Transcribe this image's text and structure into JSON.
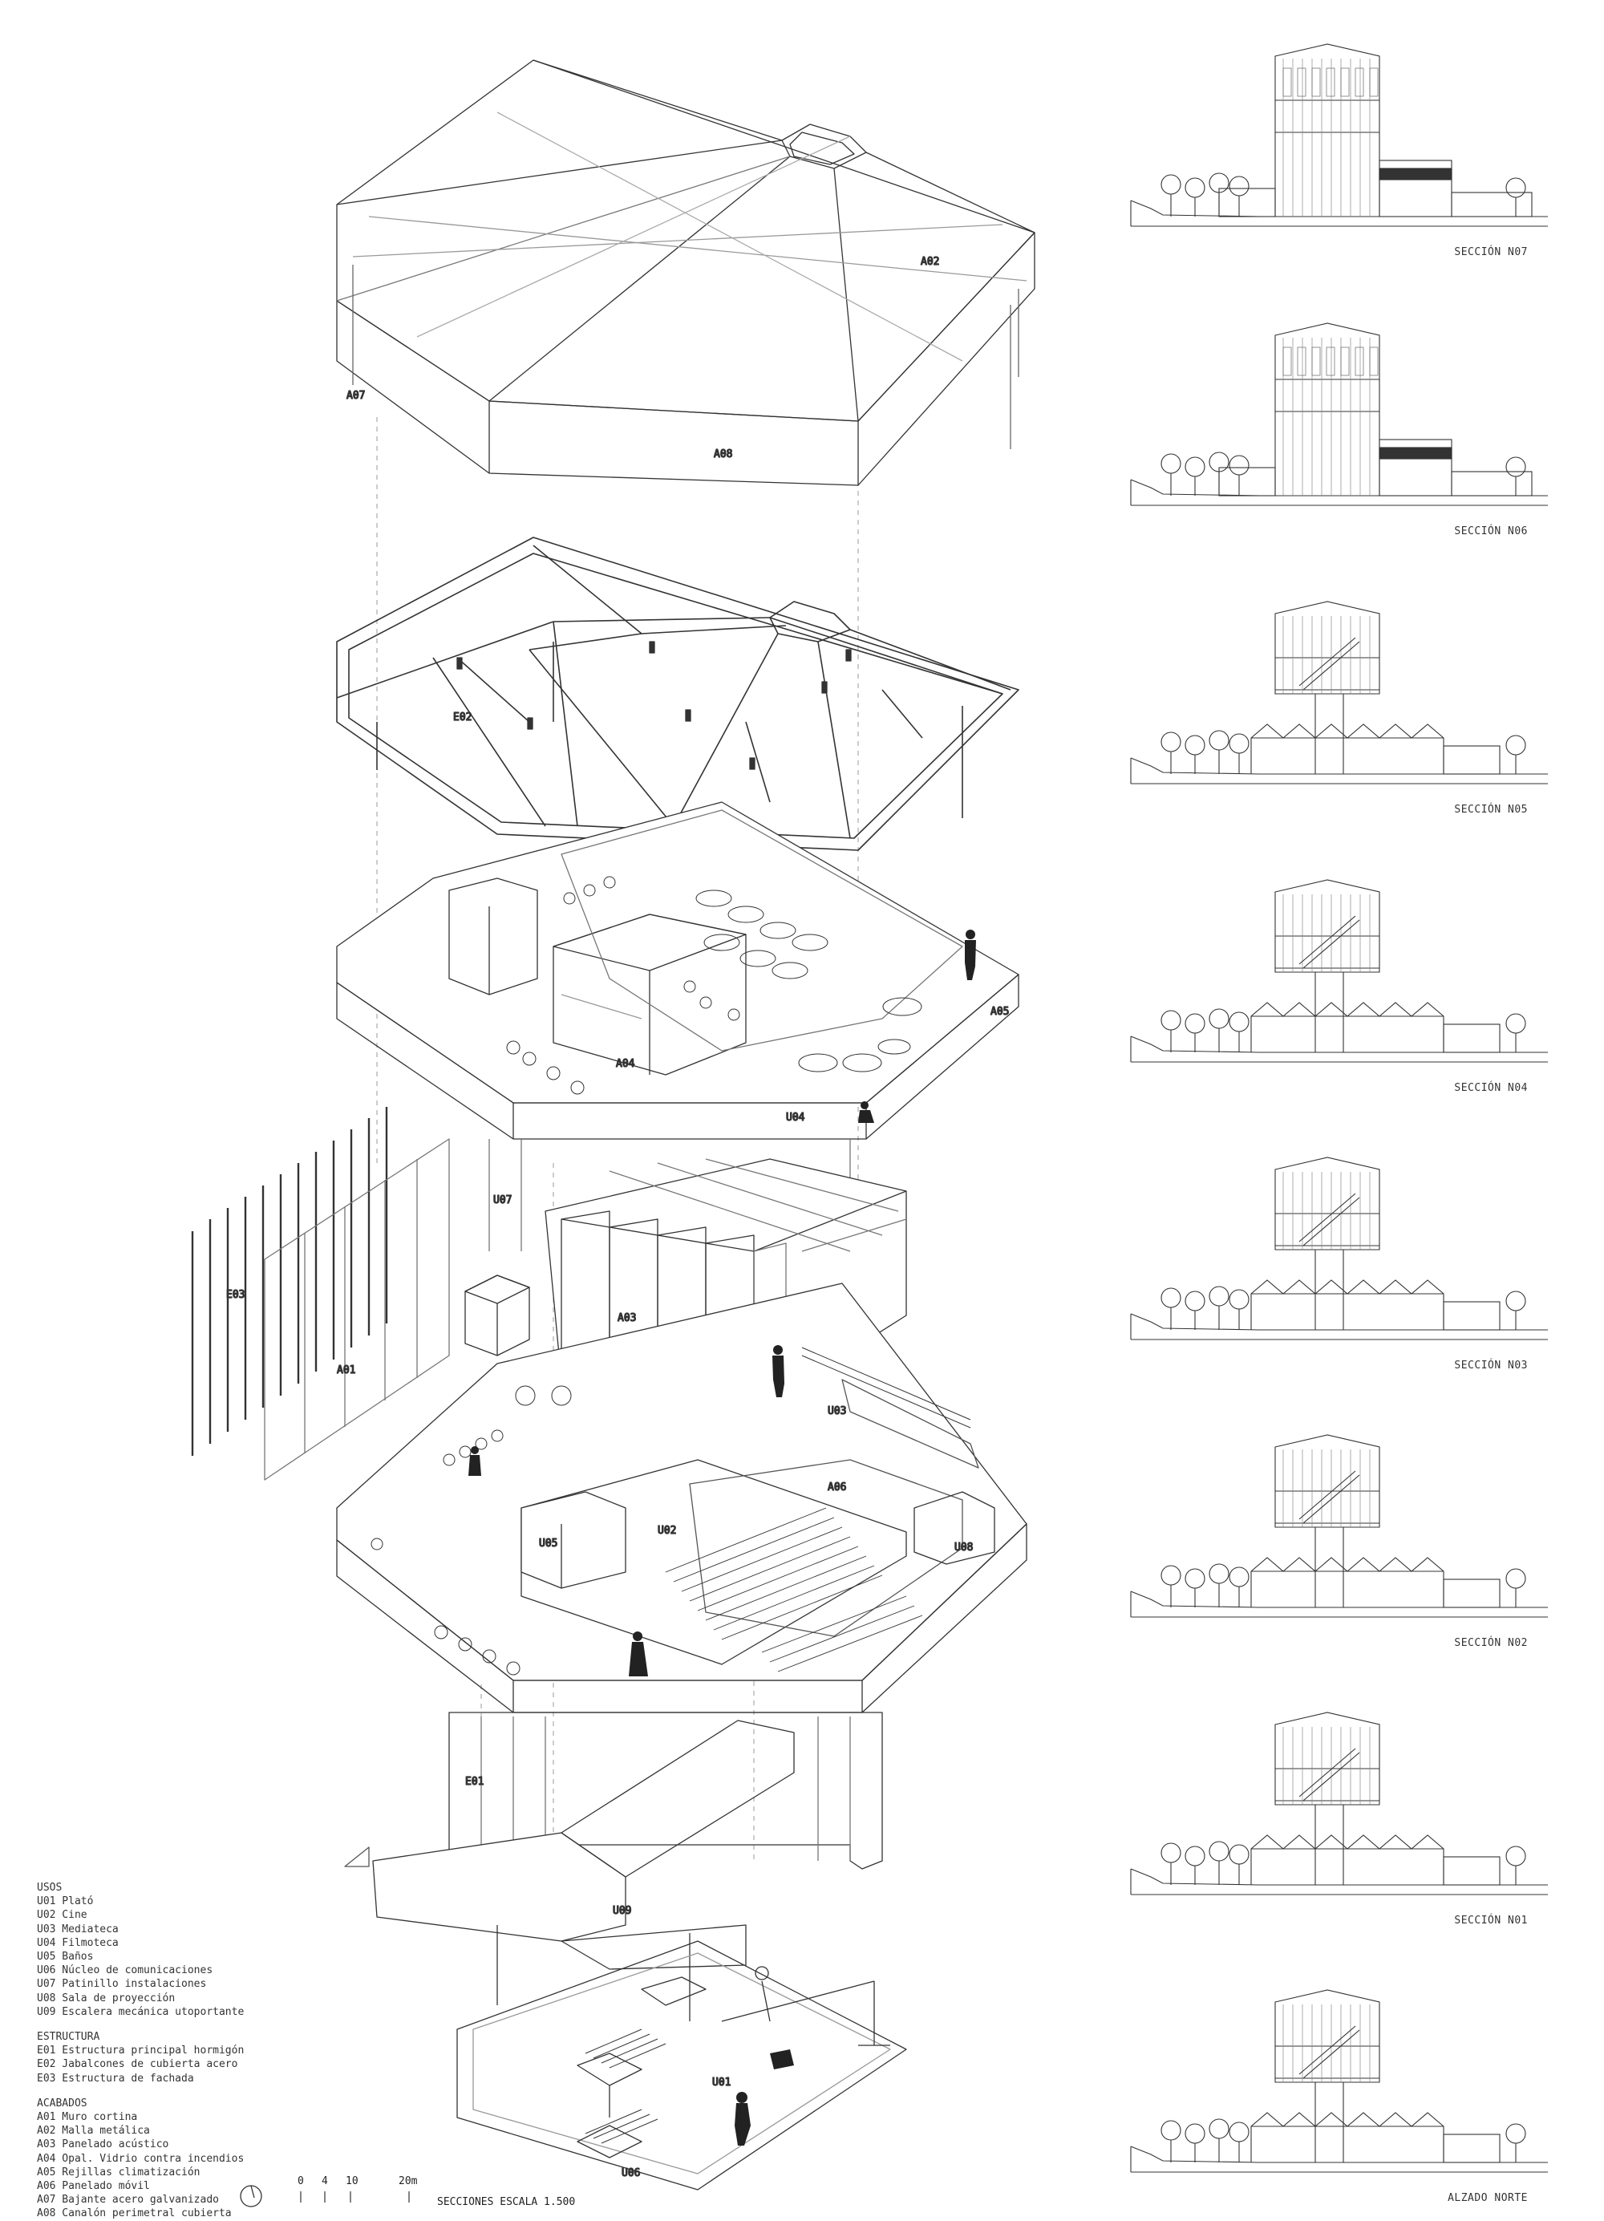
{
  "legend": {
    "usos_title": "USOS",
    "usos": [
      "U01 Plató",
      "U02 Cine",
      "U03 Mediateca",
      "U04  Filmoteca",
      "U05 Baños",
      "U06 Núcleo de comunicaciones",
      "U07 Patinillo instalaciones",
      "U08 Sala de proyección",
      "U09 Escalera mecánica utoportante"
    ],
    "estructura_title": "ESTRUCTURA",
    "estructura": [
      "E01 Estructura principal hormigón",
      "E02 Jabalcones de cubierta acero",
      "E03 Estructura de fachada"
    ],
    "acabados_title": "ACABADOS",
    "acabados": [
      "A01 Muro cortina",
      "A02 Malla metálica",
      "A03 Panelado acústico",
      "A04 Opal. Vidrio contra incendios",
      "A05 Rejillas climatización",
      "A06 Panelado móvil",
      "A07 Bajante acero galvanizado",
      "A08 Canalón perimetral cubierta"
    ]
  },
  "scale": {
    "ticks": [
      "0",
      "4",
      "10",
      "20m"
    ],
    "title": "SECCIONES ESCALA 1.500"
  },
  "sections": [
    {
      "title": "SECCIÓN N07"
    },
    {
      "title": "SECCIÓN N06"
    },
    {
      "title": "SECCIÓN N05"
    },
    {
      "title": "SECCIÓN N04"
    },
    {
      "title": "SECCIÓN N03"
    },
    {
      "title": "SECCIÓN N02"
    },
    {
      "title": "SECCIÓN N01"
    },
    {
      "title": "ALZADO NORTE"
    }
  ],
  "axo_labels": {
    "a02": "A02",
    "a07": "A07",
    "a08": "A08",
    "e02": "E02",
    "a04": "A04",
    "a05": "A05",
    "u04": "U04",
    "u07": "U07",
    "e03": "E03",
    "a01": "A01",
    "a03": "A03",
    "u03": "U03",
    "a06": "A06",
    "u02": "U02",
    "u05": "U05",
    "u08": "U08",
    "e01": "E01",
    "u09": "U09",
    "u01": "U01",
    "u06": "U06"
  }
}
